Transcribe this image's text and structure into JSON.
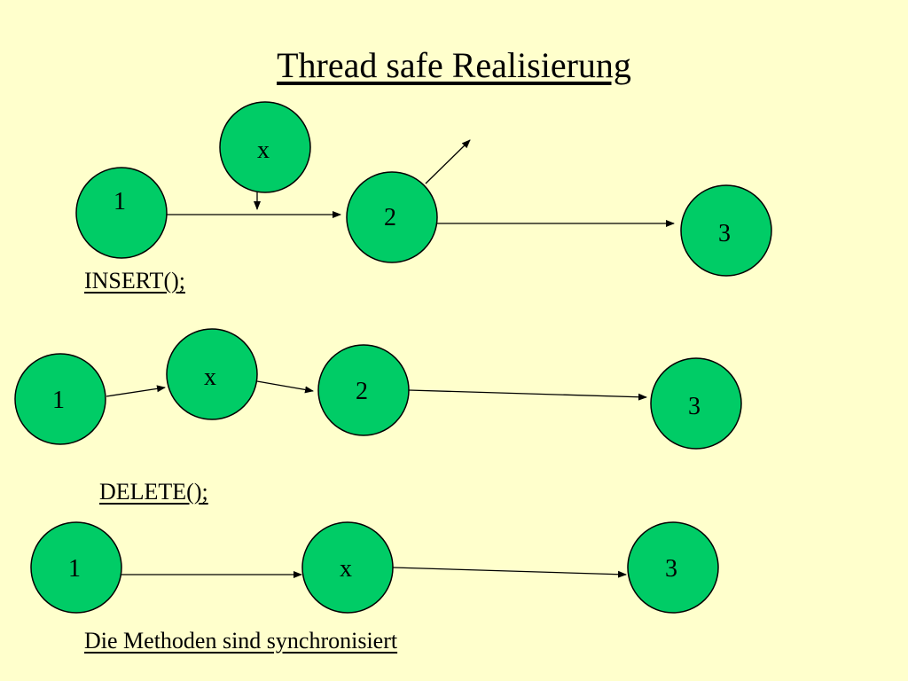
{
  "slide": {
    "title": "Thread safe Realisierung",
    "background_color": "#FFFFCC",
    "node_color": "#00CC66"
  },
  "insert": {
    "label": "INSERT();",
    "nodes": {
      "n1": "1",
      "nx": "x",
      "n2": "2",
      "n3": "3"
    }
  },
  "delete": {
    "label": "DELETE();",
    "nodes": {
      "n1": "1",
      "nx": "x",
      "n2": "2",
      "n3": "3"
    }
  },
  "final": {
    "label": "Die Methoden sind synchronisiert",
    "nodes": {
      "n1": "1",
      "nx": "x",
      "n3": "3"
    }
  }
}
